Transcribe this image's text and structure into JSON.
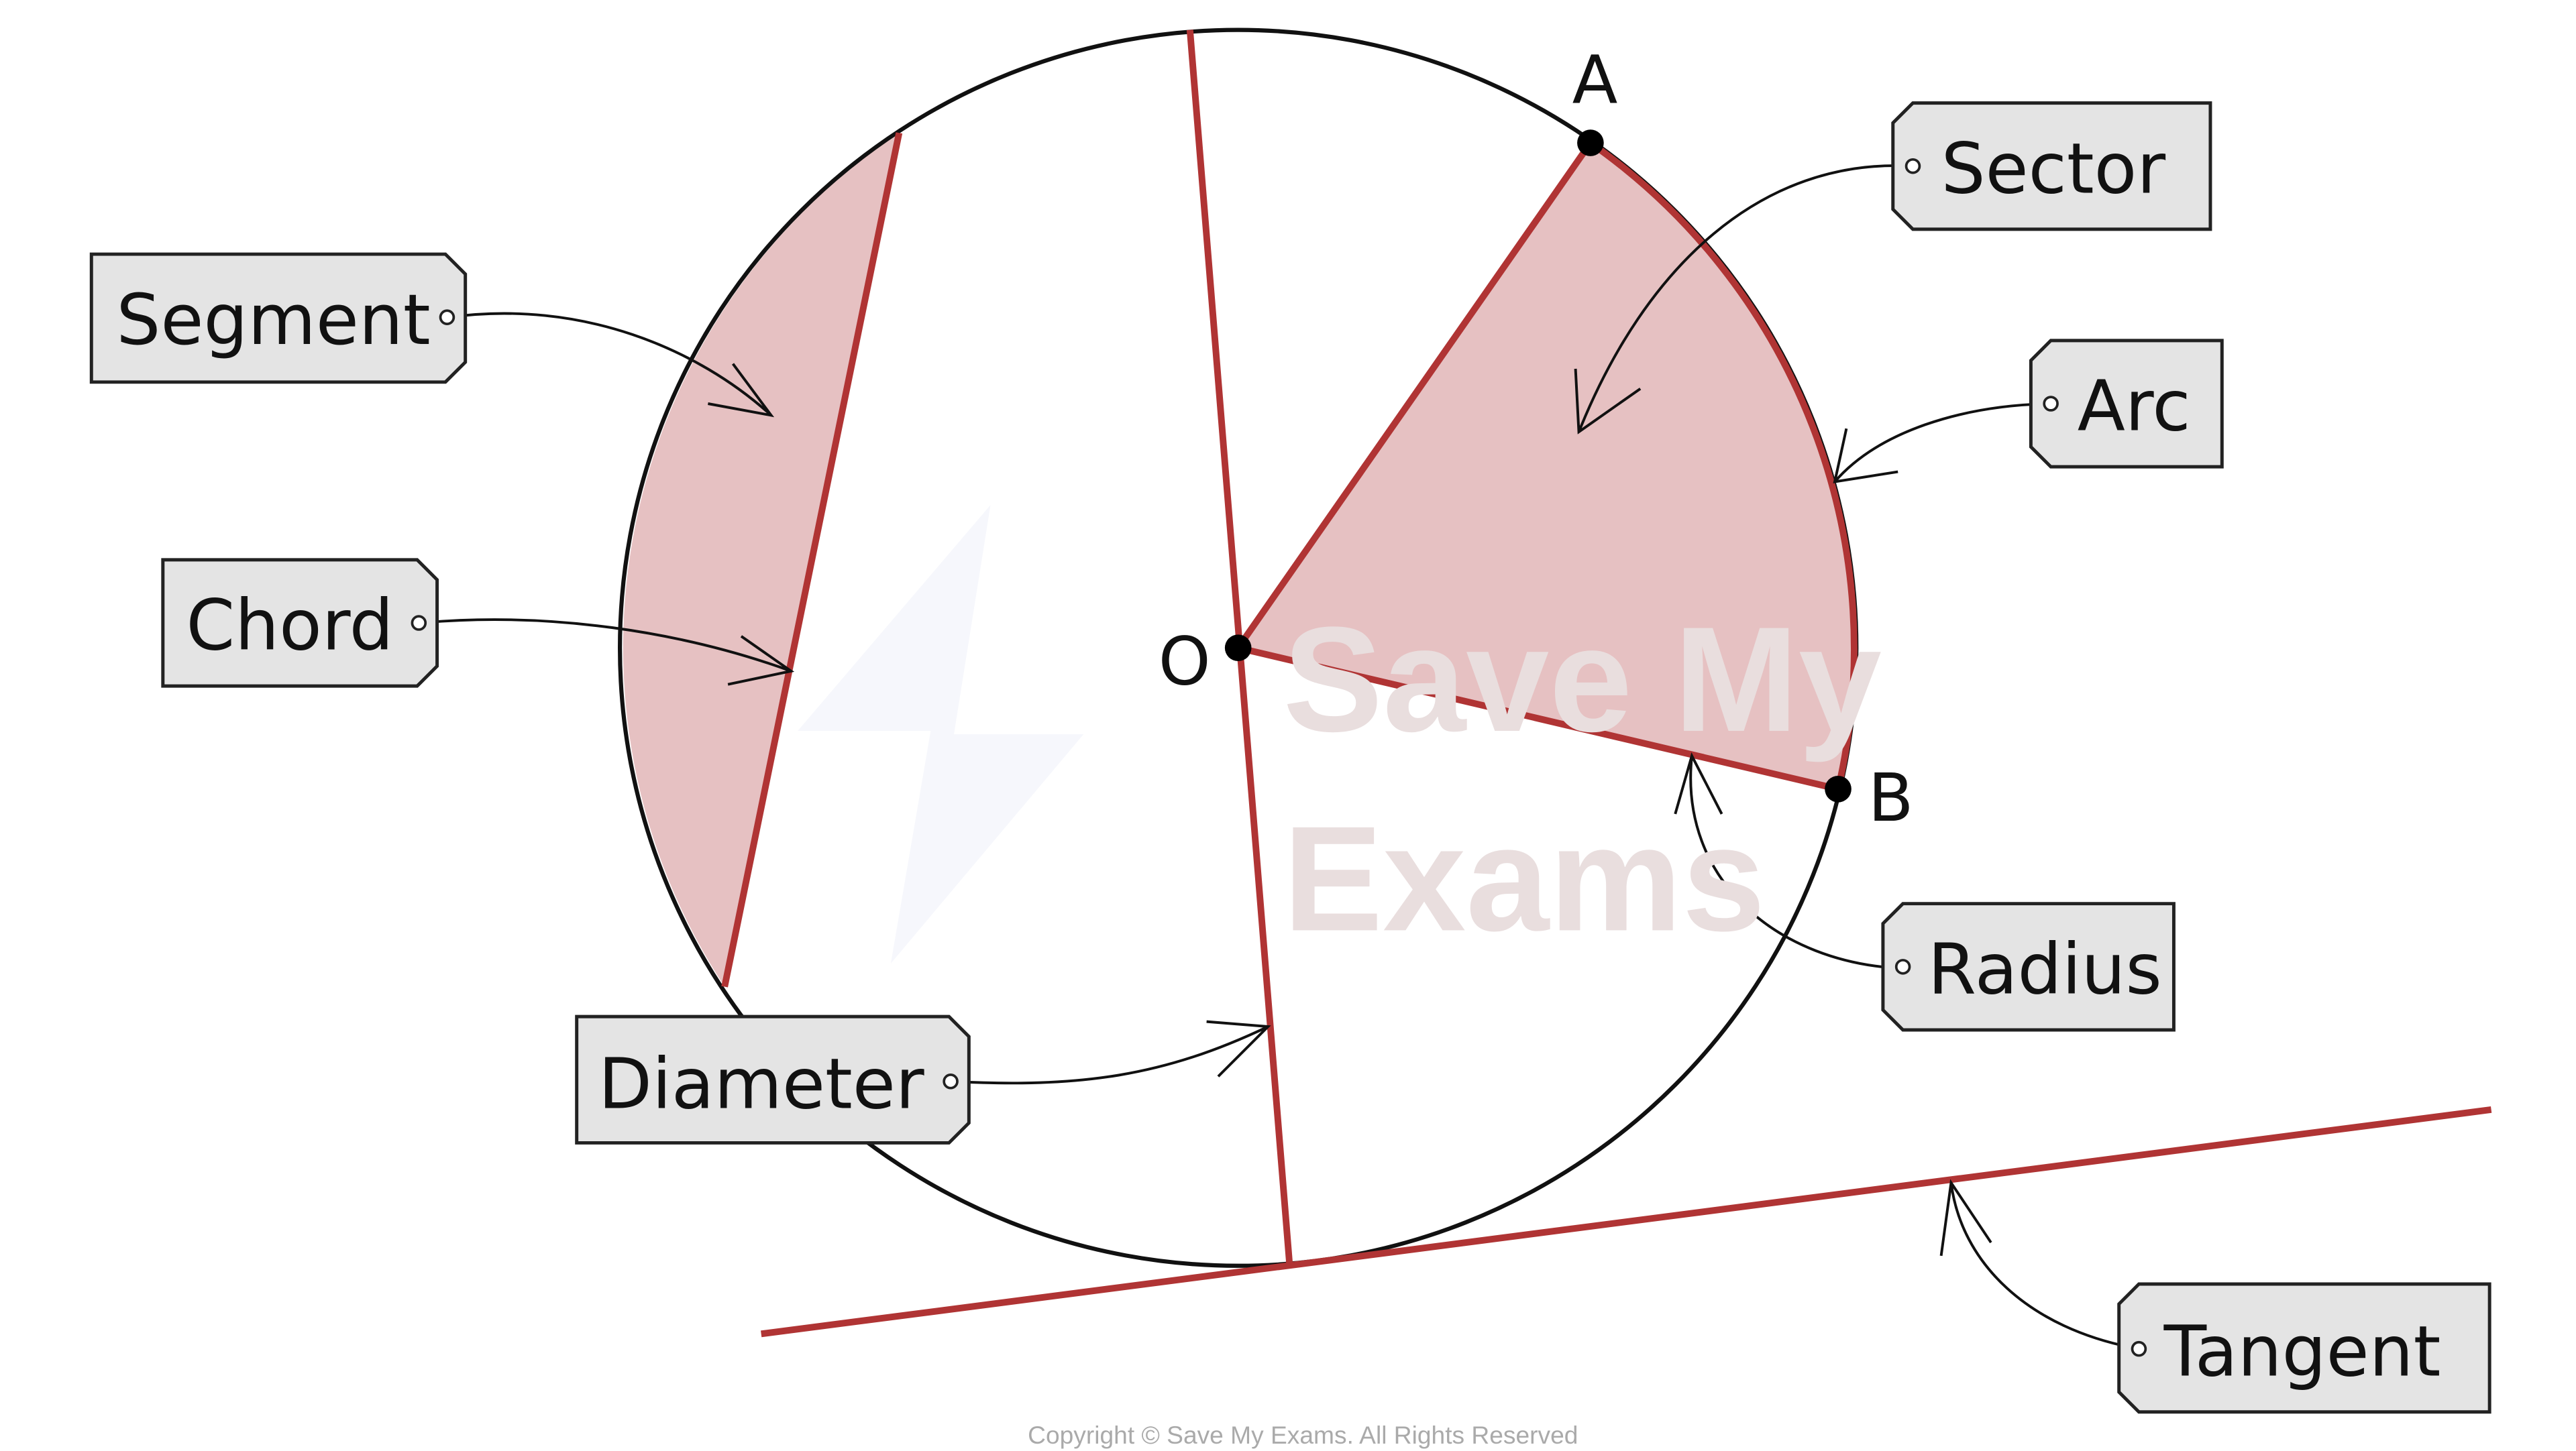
{
  "labels": {
    "segment": "Segment",
    "chord": "Chord",
    "diameter": "Diameter",
    "sector": "Sector",
    "arc": "Arc",
    "radius": "Radius",
    "tangent": "Tangent"
  },
  "points": {
    "center": "O",
    "a": "A",
    "b": "B"
  },
  "watermark": {
    "line1": "Save My",
    "line2": "Exams"
  },
  "copyright": "Copyright © Save My Exams. All Rights Reserved",
  "colors": {
    "accent": "#b03434",
    "shade": "#e6c1c2",
    "tag": "#e4e4e4"
  }
}
